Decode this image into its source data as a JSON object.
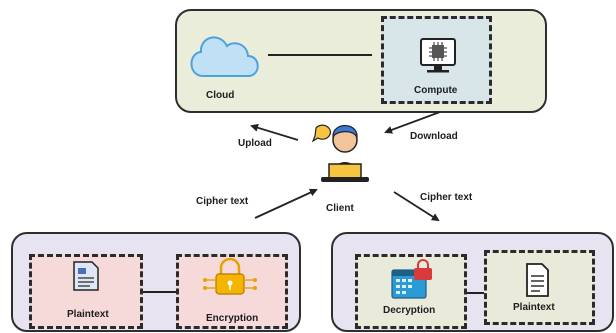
{
  "cloud_panel": {
    "cloud_label": "Cloud",
    "compute_label": "Compute"
  },
  "client": {
    "label": "Client"
  },
  "arrows": {
    "upload": "Upload",
    "download": "Download",
    "cipher_left": "Cipher text",
    "cipher_right": "Cipher text"
  },
  "left_panel": {
    "plaintext_label": "Plaintext",
    "encryption_label": "Encryption"
  },
  "right_panel": {
    "decryption_label": "Decryption",
    "plaintext_label": "Plaintext"
  },
  "colors": {
    "cloud_panel_bg": "#e9edda",
    "compute_box_bg": "#d8e6ea",
    "side_panel_bg": "#e8e3f0",
    "plaintext_box_bg": "#f6dada",
    "encryption_box_bg": "#f6dada",
    "decryption_box_bg": "#eaeadb",
    "plaintext_right_bg": "#eaeadb",
    "cloud_fill": "#bfe0f5",
    "cloud_stroke": "#4aa3df"
  },
  "icons": [
    "cloud-icon",
    "cpu-monitor-icon",
    "person-laptop-icon",
    "document-icon",
    "lock-circuit-icon",
    "calendar-lock-icon",
    "document-icon"
  ]
}
